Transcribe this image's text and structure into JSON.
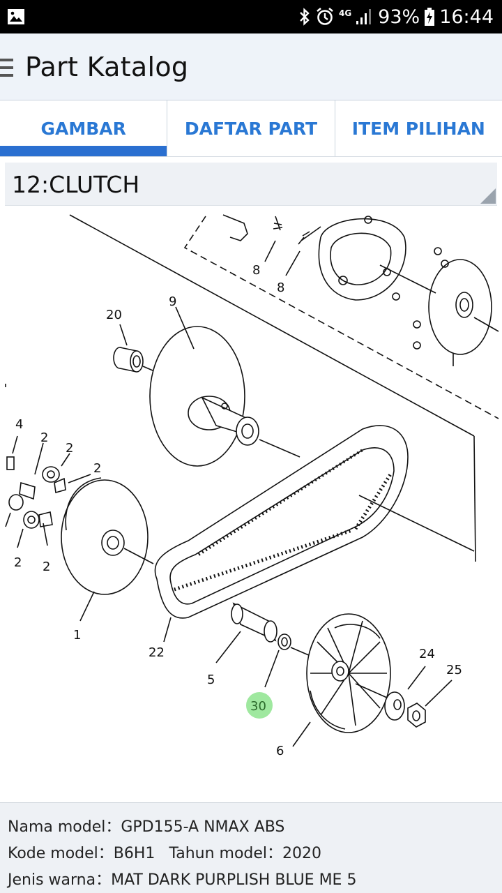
{
  "status_bar": {
    "network": "4G",
    "battery": "93%",
    "time": "16:44",
    "icons": [
      "gallery-icon",
      "bluetooth-icon",
      "alarm-icon",
      "signal-icon",
      "battery-charging-icon"
    ]
  },
  "app_bar": {
    "title": "Part Katalog",
    "menu_icon": "menu-icon"
  },
  "tabs": [
    {
      "label": "GAMBAR",
      "selected": true
    },
    {
      "label": "DAFTAR PART",
      "selected": false
    },
    {
      "label": "ITEM PILIHAN",
      "selected": false
    }
  ],
  "section": {
    "title": "12:CLUTCH"
  },
  "diagram": {
    "callouts": [
      "20",
      "9",
      "8",
      "8",
      "4",
      "2",
      "2",
      "2",
      "2",
      "2",
      "1",
      "22",
      "5",
      "30",
      "6",
      "24",
      "25"
    ],
    "highlighted_callout": "30",
    "highlight_color": "#7fe07f"
  },
  "footer": {
    "model_name_label": "Nama model：",
    "model_name": "GPD155-A NMAX ABS",
    "model_code_label": "Kode model：",
    "model_code": "B6H1",
    "model_year_label": "Tahun model：",
    "model_year": "2020",
    "color_label": "Jenis warna：",
    "color": "MAT DARK PURPLISH BLUE ME 5"
  },
  "colors": {
    "accent": "#2a78d4",
    "app_bar_bg": "#eef3f9",
    "footer_bg": "#eef1f5"
  }
}
